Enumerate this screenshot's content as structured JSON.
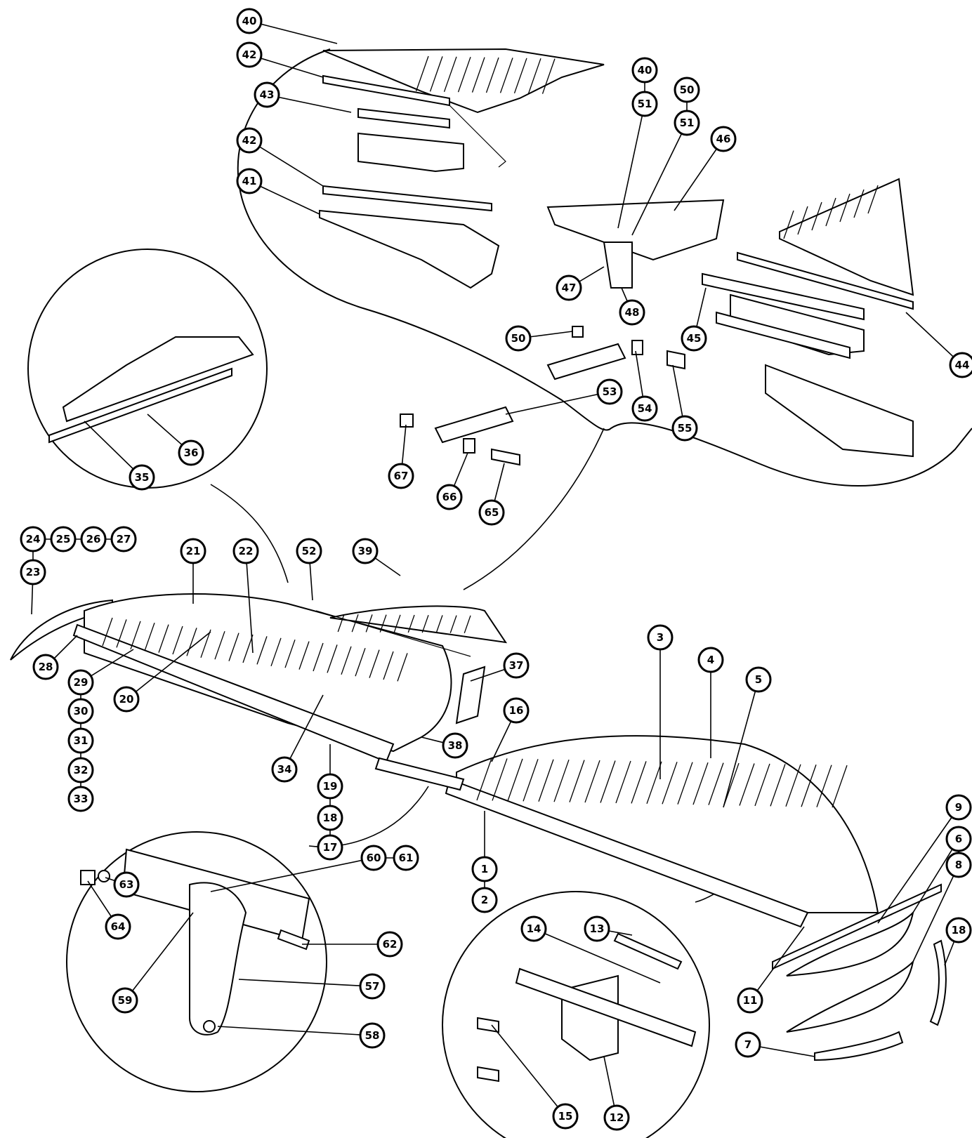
{
  "callouts": [
    {
      "id": "c40a",
      "label": "40"
    },
    {
      "id": "c42a",
      "label": "42"
    },
    {
      "id": "c43",
      "label": "43"
    },
    {
      "id": "c42b",
      "label": "42"
    },
    {
      "id": "c41",
      "label": "41"
    },
    {
      "id": "c40b",
      "label": "40"
    },
    {
      "id": "c51a",
      "label": "51"
    },
    {
      "id": "c50a",
      "label": "50"
    },
    {
      "id": "c51b",
      "label": "51"
    },
    {
      "id": "c46",
      "label": "46"
    },
    {
      "id": "c47",
      "label": "47"
    },
    {
      "id": "c48",
      "label": "48"
    },
    {
      "id": "c45",
      "label": "45"
    },
    {
      "id": "c44",
      "label": "44"
    },
    {
      "id": "c50b",
      "label": "50"
    },
    {
      "id": "c53",
      "label": "53"
    },
    {
      "id": "c54",
      "label": "54"
    },
    {
      "id": "c55",
      "label": "55"
    },
    {
      "id": "c67",
      "label": "67"
    },
    {
      "id": "c66",
      "label": "66"
    },
    {
      "id": "c65",
      "label": "65"
    },
    {
      "id": "c36",
      "label": "36"
    },
    {
      "id": "c35",
      "label": "35"
    },
    {
      "id": "c24",
      "label": "24"
    },
    {
      "id": "c25",
      "label": "25"
    },
    {
      "id": "c26",
      "label": "26"
    },
    {
      "id": "c27",
      "label": "27"
    },
    {
      "id": "c23",
      "label": "23"
    },
    {
      "id": "c21",
      "label": "21"
    },
    {
      "id": "c22",
      "label": "22"
    },
    {
      "id": "c52",
      "label": "52"
    },
    {
      "id": "c39",
      "label": "39"
    },
    {
      "id": "c28",
      "label": "28"
    },
    {
      "id": "c29",
      "label": "29"
    },
    {
      "id": "c30",
      "label": "30"
    },
    {
      "id": "c31",
      "label": "31"
    },
    {
      "id": "c32",
      "label": "32"
    },
    {
      "id": "c33",
      "label": "33"
    },
    {
      "id": "c20",
      "label": "20"
    },
    {
      "id": "c37",
      "label": "37"
    },
    {
      "id": "c38",
      "label": "38"
    },
    {
      "id": "c34",
      "label": "34"
    },
    {
      "id": "c19",
      "label": "19"
    },
    {
      "id": "c18a",
      "label": "18"
    },
    {
      "id": "c17",
      "label": "17"
    },
    {
      "id": "c16",
      "label": "16"
    },
    {
      "id": "c3",
      "label": "3"
    },
    {
      "id": "c4",
      "label": "4"
    },
    {
      "id": "c5",
      "label": "5"
    },
    {
      "id": "c1",
      "label": "1"
    },
    {
      "id": "c2",
      "label": "2"
    },
    {
      "id": "c9",
      "label": "9"
    },
    {
      "id": "c6",
      "label": "6"
    },
    {
      "id": "c8",
      "label": "8"
    },
    {
      "id": "c18b",
      "label": "18"
    },
    {
      "id": "c11",
      "label": "11"
    },
    {
      "id": "c7",
      "label": "7"
    },
    {
      "id": "c14",
      "label": "14"
    },
    {
      "id": "c13",
      "label": "13"
    },
    {
      "id": "c15",
      "label": "15"
    },
    {
      "id": "c12",
      "label": "12"
    },
    {
      "id": "c60",
      "label": "60"
    },
    {
      "id": "c61",
      "label": "61"
    },
    {
      "id": "c63",
      "label": "63"
    },
    {
      "id": "c64",
      "label": "64"
    },
    {
      "id": "c62",
      "label": "62"
    },
    {
      "id": "c59",
      "label": "59"
    },
    {
      "id": "c57",
      "label": "57"
    },
    {
      "id": "c58",
      "label": "58"
    }
  ]
}
